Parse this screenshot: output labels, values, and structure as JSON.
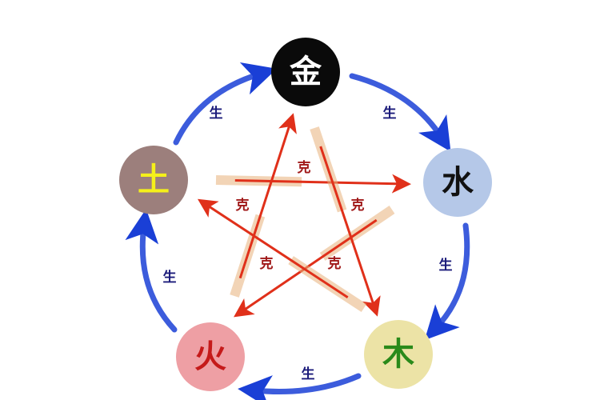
{
  "elements": [
    {
      "id": "metal",
      "label": "金",
      "fill": "#0a0a0a",
      "text_color": "#ffffff"
    },
    {
      "id": "water",
      "label": "水",
      "fill": "#b5c8e8",
      "text_color": "#111111"
    },
    {
      "id": "wood",
      "label": "木",
      "fill": "#ece3a6",
      "text_color": "#2a8a1a"
    },
    {
      "id": "fire",
      "label": "火",
      "fill": "#ee9fa4",
      "text_color": "#c51a1a"
    },
    {
      "id": "earth",
      "label": "土",
      "fill": "#9c7f7c",
      "text_color": "#f5f01a"
    }
  ],
  "generating": {
    "label": "生",
    "color": "#1a3fd6",
    "cycle": [
      [
        "metal",
        "water"
      ],
      [
        "water",
        "wood"
      ],
      [
        "wood",
        "fire"
      ],
      [
        "fire",
        "earth"
      ],
      [
        "earth",
        "metal"
      ]
    ]
  },
  "overcoming": {
    "label": "克",
    "color": "#e0301a",
    "label_color": "#a01818",
    "cycle": [
      [
        "earth",
        "water"
      ],
      [
        "water",
        "fire"
      ],
      [
        "fire",
        "metal"
      ],
      [
        "metal",
        "wood"
      ],
      [
        "wood",
        "earth"
      ]
    ]
  }
}
